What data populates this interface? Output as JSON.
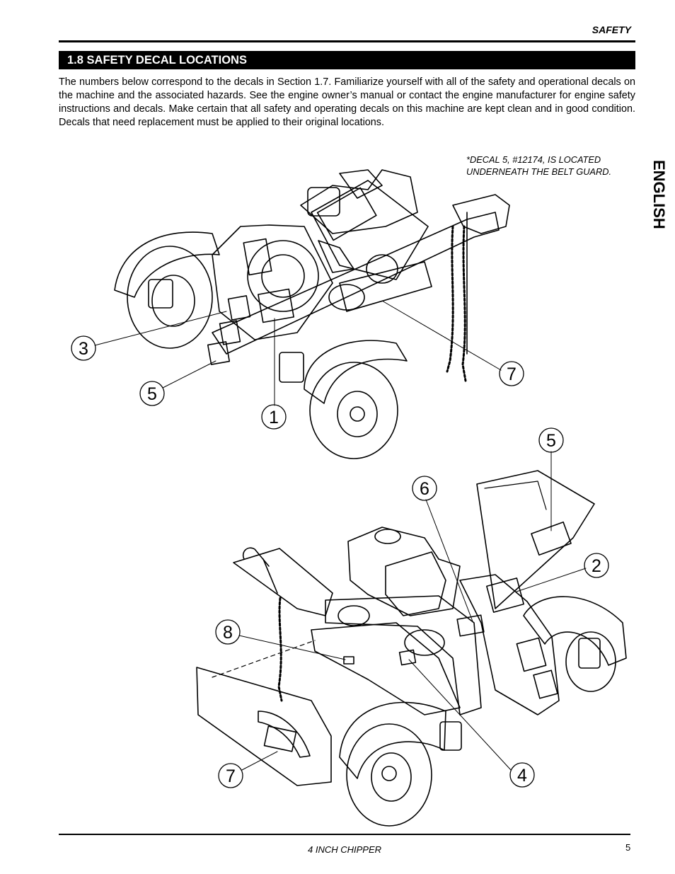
{
  "header": {
    "label": "SAFETY"
  },
  "section": {
    "title": "1.8  SAFETY DECAL LOCATIONS"
  },
  "intro": "The numbers below correspond to the decals in Section 1.7.  Familiarize yourself with all of the safety and operational decals on the machine and the associated hazards.  See the engine owner’s manual or contact the engine manufacturer for engine safety instructions and decals.  Make certain that all safety and operating decals on this machine are kept clean and in good condition. Decals that need replacement must be applied to their original locations.",
  "note": {
    "line1": "*DECAL 5, #12174, IS LOCATED",
    "line2": "UNDERNEATH THE BELT GUARD."
  },
  "side_tab": "ENGLISH",
  "callouts_top": {
    "c3": "3",
    "c5": "5",
    "c1": "1",
    "c7": "7"
  },
  "callouts_bottom": {
    "c5": "5",
    "c6": "6",
    "c2": "2",
    "c8": "8",
    "c7": "7",
    "c4": "4"
  },
  "footer": {
    "title": "4 INCH CHIPPER",
    "page": "5"
  }
}
